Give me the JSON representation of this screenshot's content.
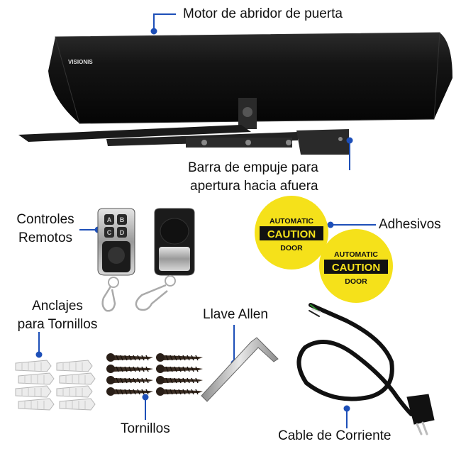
{
  "labels": {
    "motor": "Motor de abridor de puerta",
    "arm_line1": "Barra de empuje para",
    "arm_line2": "apertura hacia afuera",
    "remotes_line1": "Controles",
    "remotes_line2": "Remotos",
    "stickers": "Adhesivos",
    "anchors_line1": "Anclajes",
    "anchors_line2": "para Tornillos",
    "allen": "Llave Allen",
    "screws": "Tornillos",
    "cable": "Cable de Corriente"
  },
  "motor_logo": "VISIONIS",
  "remote_buttons": [
    "A",
    "B",
    "C",
    "D"
  ],
  "sticker": {
    "top": "AUTOMATIC",
    "middle": "CAUTION",
    "bottom": "DOOR"
  },
  "colors": {
    "accent": "#1d4fb8",
    "sticker_yellow": "#f5e11a",
    "motor_black": "#141414"
  }
}
